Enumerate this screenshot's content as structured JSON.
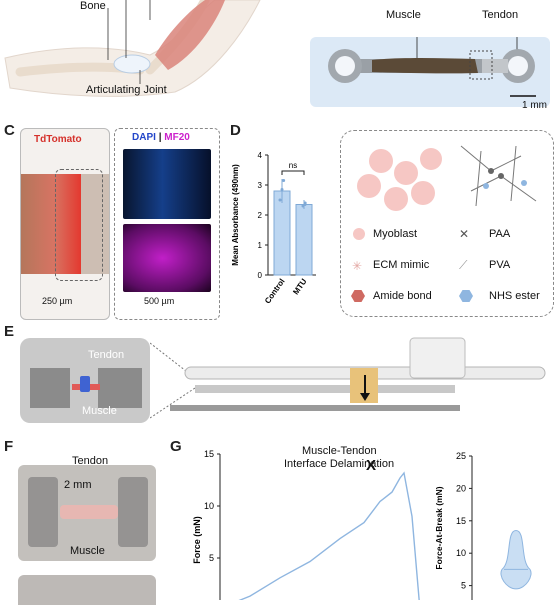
{
  "panel_a": {
    "bone_label": "Bone",
    "joint_label": "Articulating Joint"
  },
  "panel_b": {
    "muscle_label": "Muscle",
    "tendon_label": "Tendon",
    "scale_label": "1 mm"
  },
  "panel_c": {
    "letter": "C",
    "tdtomato_label": "TdTomato",
    "dapi_label": "DAPI",
    "sep_label": "|",
    "mf20_label": "MF20",
    "scale_left": "250 µm",
    "scale_right": "500 µm"
  },
  "panel_d": {
    "letter": "D",
    "legend": {
      "myoblast": "Myoblast",
      "paa": "PAA",
      "ecm": "ECM mimic",
      "pva": "PVA",
      "amide": "Amide bond",
      "nhs": "NHS ester"
    }
  },
  "panel_e": {
    "letter": "E",
    "tendon_label": "Tendon",
    "muscle_label": "Muscle"
  },
  "panel_f": {
    "letter": "F",
    "tendon_label": "Tendon",
    "scale_label": "2 mm",
    "muscle_label": "Muscle"
  },
  "panel_g": {
    "letter": "G",
    "annotation_line1": "Muscle-Tendon",
    "annotation_line2": "Interface Delamination",
    "marker": "X"
  },
  "chart_data": [
    {
      "type": "bar",
      "title": "",
      "ylabel": "Mean Absorbance (490nm)",
      "categories": [
        "Control",
        "MTU"
      ],
      "values": [
        2.8,
        2.35
      ],
      "errors": [
        0.4,
        0.15
      ],
      "ylim": [
        0,
        4
      ],
      "yticks": [
        "0",
        "1",
        "2",
        "3",
        "4"
      ],
      "significance": "ns",
      "points": [
        [
          3.15,
          2.5,
          2.85
        ],
        [
          2.4,
          2.3,
          2.35
        ]
      ]
    },
    {
      "type": "line",
      "ylabel": "Force (mN)",
      "ylim": [
        0,
        15
      ],
      "yticks": [
        "5",
        "10",
        "15"
      ],
      "x_fraction": [
        0.0,
        0.06,
        0.15,
        0.3,
        0.45,
        0.6,
        0.72,
        0.8,
        0.86,
        0.9,
        0.92,
        0.96,
        1.0
      ],
      "force": [
        0.3,
        0.6,
        1.4,
        3.0,
        4.8,
        6.7,
        8.6,
        10.2,
        11.6,
        12.4,
        13.5,
        9.0,
        0.0
      ],
      "peak": {
        "x_fraction": 0.92,
        "force": 13.5
      }
    },
    {
      "type": "violin",
      "ylabel": "Force-At-Break (mN)",
      "ylim": [
        0,
        25
      ],
      "yticks": [
        "5",
        "10",
        "15",
        "20",
        "25"
      ],
      "distribution": {
        "min": 4.5,
        "max": 13.5,
        "median": 7.5
      }
    }
  ]
}
